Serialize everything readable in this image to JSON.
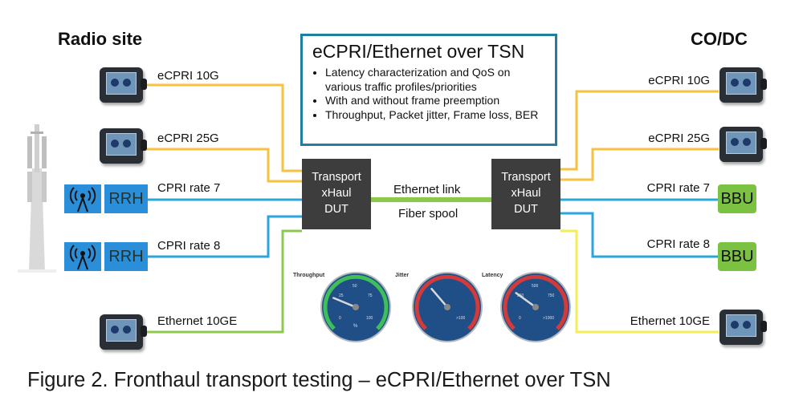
{
  "sites": {
    "left_title": "Radio site",
    "right_title": "CO/DC"
  },
  "info_box": {
    "title": "eCPRI/Ethernet over TSN",
    "bullets": [
      "Latency characterization and QoS on various traffic profiles/priorities",
      "With and without frame preemption",
      "Throughput, Packet jitter, Frame loss, BER"
    ]
  },
  "left_connections": [
    {
      "label": "eCPRI 10G",
      "device": "tester",
      "color": "#f5c242"
    },
    {
      "label": "eCPRI 25G",
      "device": "tester",
      "color": "#f5c242"
    },
    {
      "label": "CPRI rate 7",
      "device": "RRH",
      "color": "#2aa6dc"
    },
    {
      "label": "CPRI rate 8",
      "device": "RRH",
      "color": "#2aa6dc"
    },
    {
      "label": "Ethernet 10GE",
      "device": "tester",
      "color": "#8cc84b"
    }
  ],
  "right_connections": [
    {
      "label": "eCPRI 10G",
      "device": "tester",
      "color": "#f5c242"
    },
    {
      "label": "eCPRI 25G",
      "device": "tester",
      "color": "#f5c242"
    },
    {
      "label": "CPRI rate 7",
      "device": "BBU",
      "color": "#2aa6dc"
    },
    {
      "label": "CPRI rate 8",
      "device": "BBU",
      "color": "#2aa6dc"
    },
    {
      "label": "Ethernet 10GE",
      "device": "tester",
      "color": "#f2ee56"
    }
  ],
  "dut": [
    "Transport",
    "xHaul",
    "DUT"
  ],
  "link": {
    "top_label": "Ethernet link",
    "bottom_label": "Fiber spool",
    "color": "#8cc84b"
  },
  "gauges": [
    {
      "title": "Throughput",
      "scale": [
        "0",
        "25",
        "50",
        "75",
        "100"
      ],
      "unit": "%",
      "value_fraction": 0.25
    },
    {
      "title": "Jitter",
      "scale": [
        "",
        "",
        "",
        "",
        ">100"
      ],
      "unit": "",
      "value_fraction": 0.35
    },
    {
      "title": "Latency",
      "scale": [
        "0",
        "250",
        "500",
        "750",
        ">1000"
      ],
      "unit": "",
      "value_fraction": 0.3
    }
  ],
  "caption": "Figure 2. Fronthaul transport testing – eCPRI/Ethernet over TSN"
}
